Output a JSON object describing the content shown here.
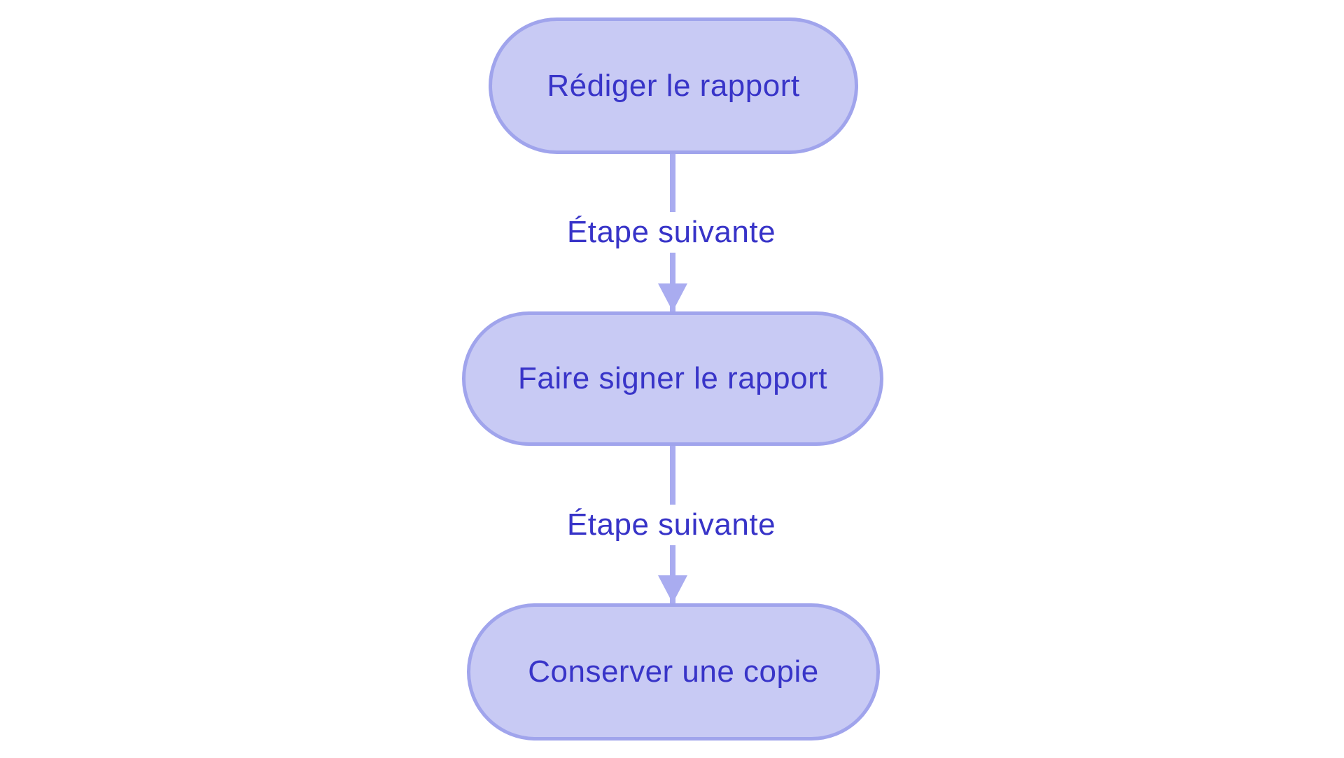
{
  "diagram": {
    "type": "flowchart",
    "direction": "top-down",
    "background_color": "#ffffff",
    "colors": {
      "node_fill": "#C8CAF4",
      "node_border": "#A0A4EC",
      "node_text": "#3834C8",
      "edge_line": "#A9ACF0",
      "edge_label_text": "#3834C8",
      "edge_label_background": "#ffffff"
    },
    "nodes": [
      {
        "id": "node-1",
        "label": "Rédiger le rapport"
      },
      {
        "id": "node-2",
        "label": "Faire signer le rapport"
      },
      {
        "id": "node-3",
        "label": "Conserver une copie"
      }
    ],
    "edges": [
      {
        "from": "node-1",
        "to": "node-2",
        "label": "Étape suivante"
      },
      {
        "from": "node-2",
        "to": "node-3",
        "label": "Étape suivante"
      }
    ]
  }
}
